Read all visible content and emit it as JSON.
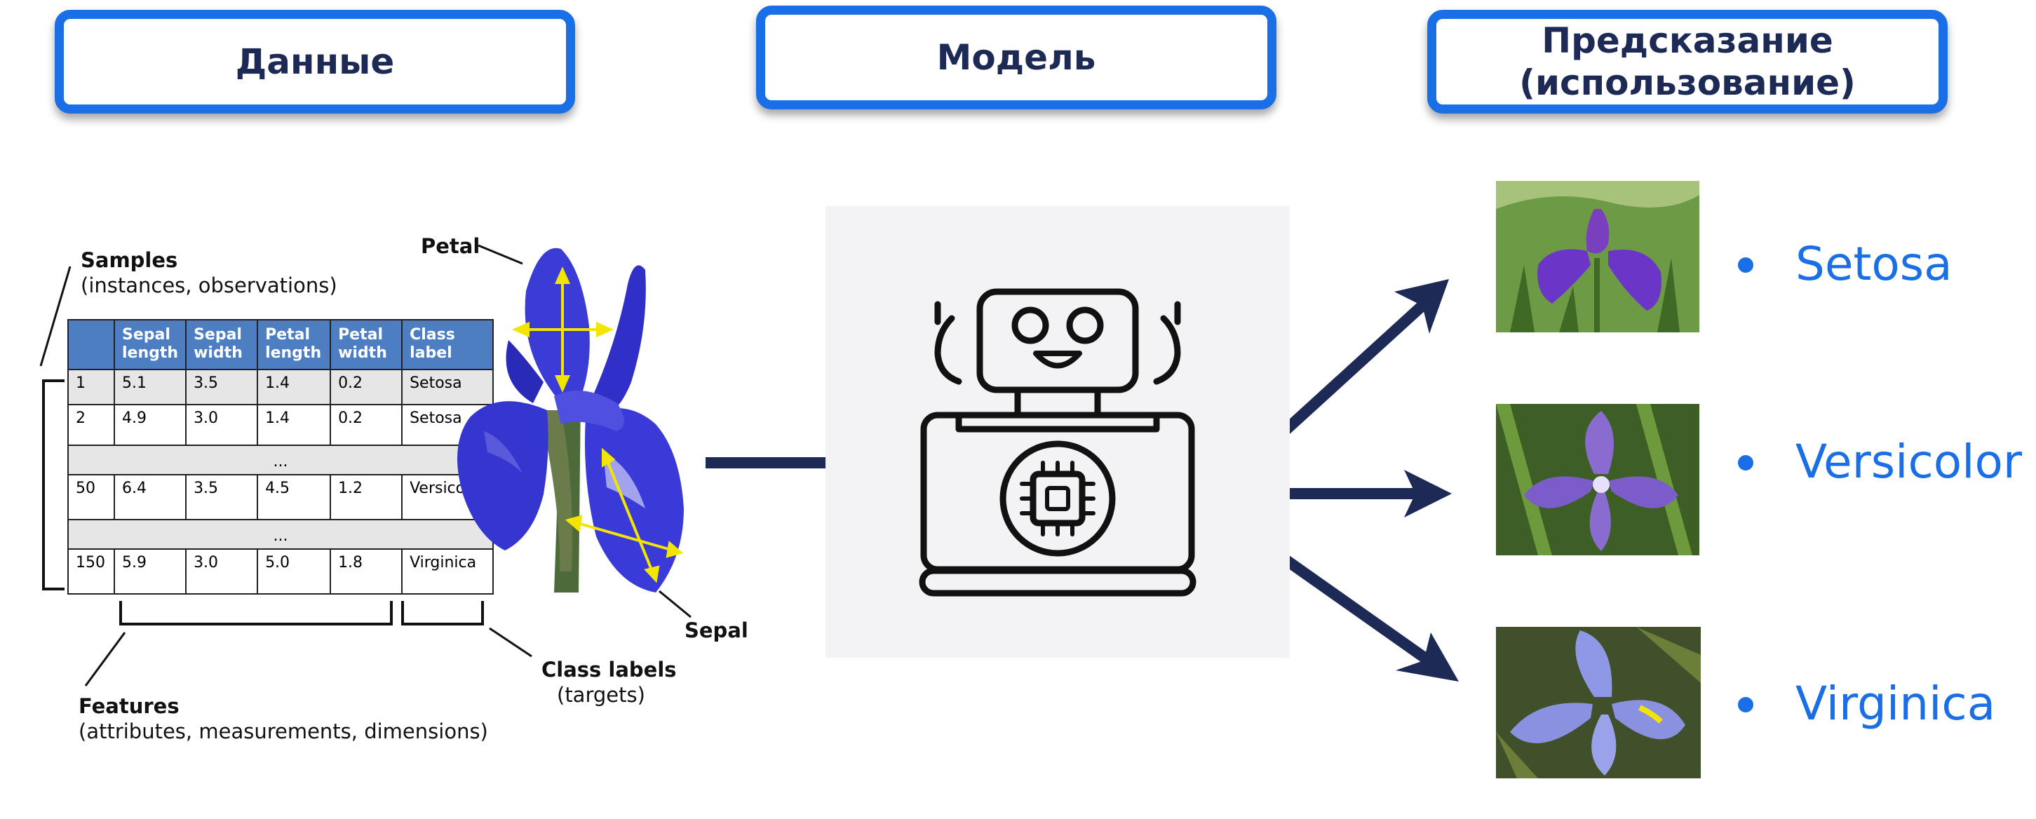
{
  "headers": {
    "data": "Данные",
    "model": "Модель",
    "prediction": "Предсказание (использование)"
  },
  "annotations": {
    "samples_title": "Samples",
    "samples_sub": "(instances, observations)",
    "petal": "Petal",
    "sepal": "Sepal",
    "class_labels_title": "Class labels",
    "class_labels_sub": "(targets)",
    "features_title": "Features",
    "features_sub": "(attributes, measurements, dimensions)"
  },
  "table": {
    "columns": [
      "",
      "Sepal length",
      "Sepal width",
      "Petal length",
      "Petal width",
      "Class label"
    ],
    "rows": [
      [
        "1",
        "5.1",
        "3.5",
        "1.4",
        "0.2",
        "Setosa"
      ],
      [
        "2",
        "4.9",
        "3.0",
        "1.4",
        "0.2",
        "Setosa"
      ],
      [
        "..."
      ],
      [
        "50",
        "6.4",
        "3.5",
        "4.5",
        "1.2",
        "Versicolor"
      ],
      [
        "..."
      ],
      [
        "150",
        "5.9",
        "3.0",
        "5.0",
        "1.8",
        "Virginica"
      ]
    ]
  },
  "predictions": [
    "Setosa",
    "Versicolor",
    "Virginica"
  ],
  "colors": {
    "accent_blue": "#1a6fe6",
    "navy": "#1c2a55",
    "table_header": "#4d7ec2",
    "iris_purple": "#3b3bd6",
    "arrow_yellow": "#f2e600"
  },
  "icons": {
    "model": "robot-laptop-icon",
    "petal_arrows": "cross-arrows-icon",
    "sepal_arrows": "cross-arrows-icon"
  }
}
